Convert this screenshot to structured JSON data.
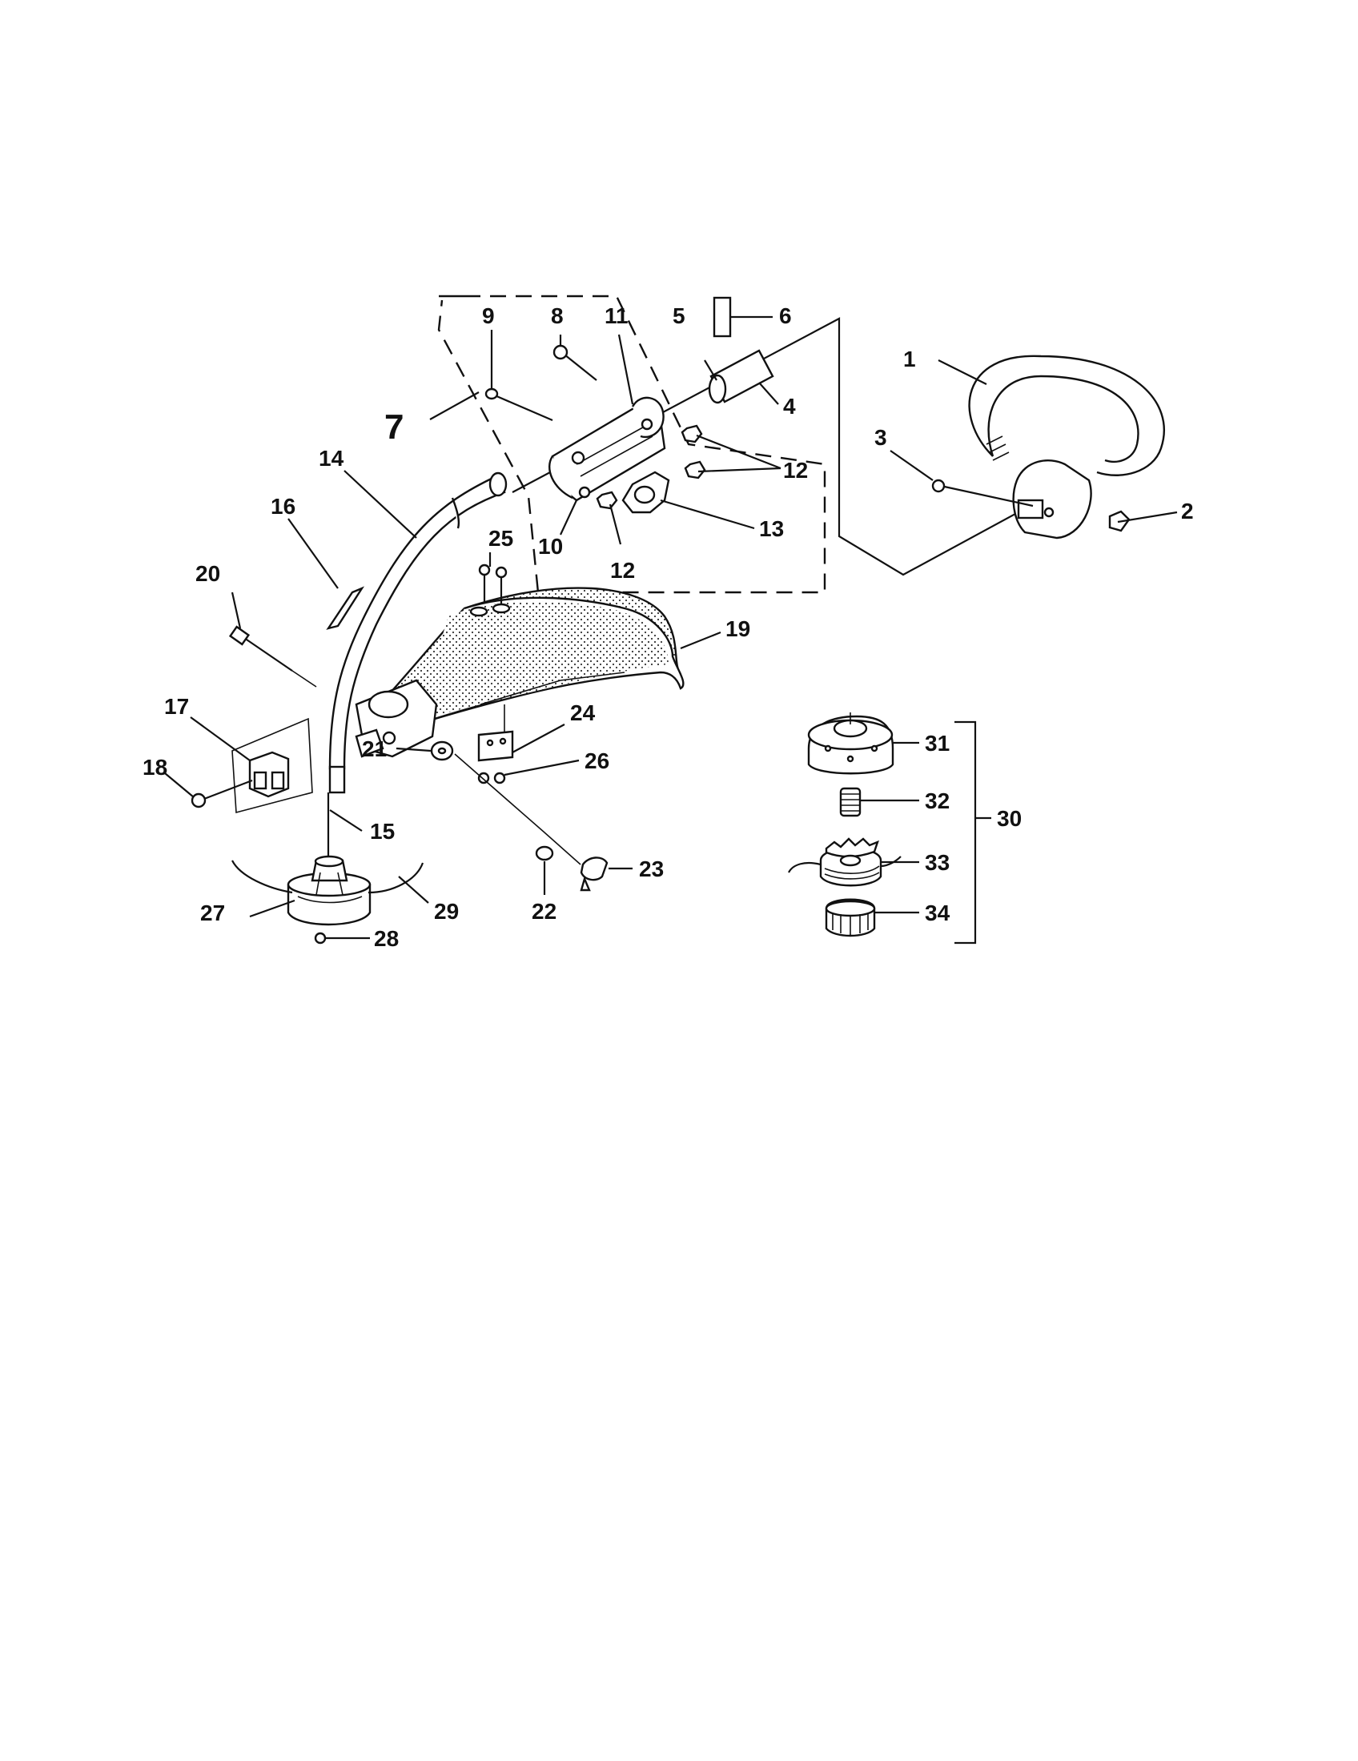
{
  "labels": {
    "l1": "1",
    "l2": "2",
    "l3": "3",
    "l4": "4",
    "l5": "5",
    "l6": "6",
    "l7": "7",
    "l8": "8",
    "l9": "9",
    "l10": "10",
    "l11": "11",
    "l12a": "12",
    "l12b": "12",
    "l13": "13",
    "l14": "14",
    "l15": "15",
    "l16": "16",
    "l17": "17",
    "l18": "18",
    "l19": "19",
    "l20": "20",
    "l21": "21",
    "l22": "22",
    "l23": "23",
    "l24": "24",
    "l25": "25",
    "l26": "26",
    "l27": "27",
    "l28": "28",
    "l29": "29",
    "l30": "30",
    "l31": "31",
    "l32": "32",
    "l33": "33",
    "l34": "34"
  }
}
